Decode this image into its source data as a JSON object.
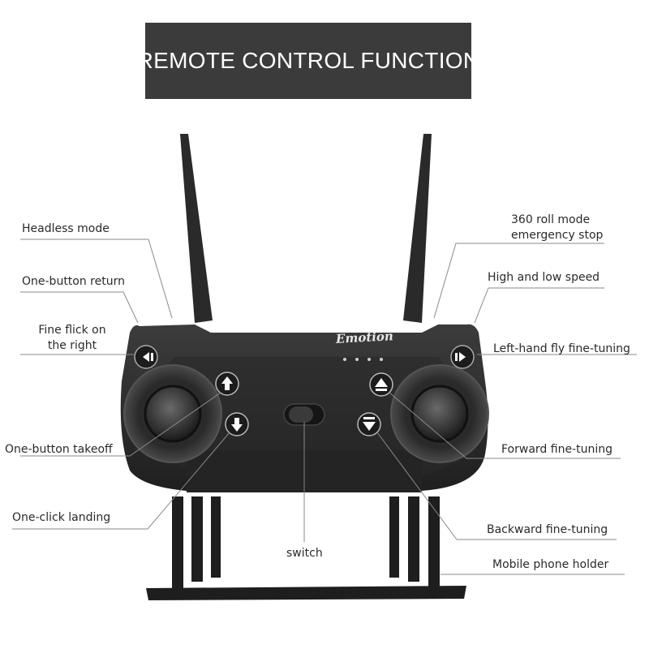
{
  "title": "REMOTE CONTROL FUNCTION",
  "brand": "Emotion",
  "labels": {
    "headless_mode": "Headless mode",
    "one_button_return": "One-button return",
    "fine_flick_line1": "Fine flick on",
    "fine_flick_line2": "the right",
    "one_button_takeoff": "One-button takeoff",
    "one_click_landing": "One-click landing",
    "switch": "switch",
    "roll_line1": "360 roll mode",
    "roll_line2": "emergency stop",
    "high_low_speed": "High and low speed",
    "left_hand_fly": "Left-hand fly fine-tuning",
    "forward_fine_tuning": "Forward fine-tuning",
    "backward_fine_tuning": "Backward fine-tuning",
    "mobile_phone_holder": "Mobile phone holder"
  },
  "colors": {
    "title_bg": "#3b3b3b",
    "controller_body": "#2f2f2f",
    "leader_line": "#8a8a8a",
    "text": "#2a2a2a"
  }
}
